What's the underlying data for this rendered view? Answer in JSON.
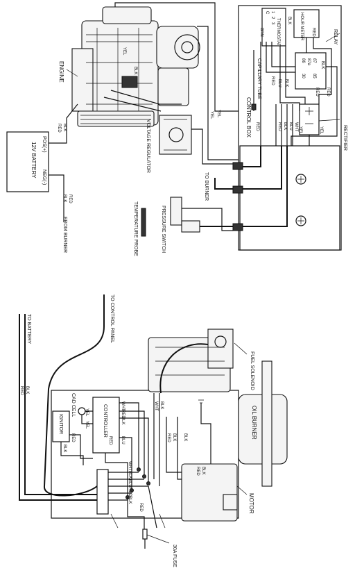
{
  "title": "",
  "upper": {
    "control_box": "CONTROL BOX",
    "relay": "RELAY",
    "hour_meter": "HOUR METER",
    "thermostat": "THERMOSTAT",
    "terminals_c123": [
      "C",
      "1",
      "2",
      "3"
    ],
    "relay_terminals": [
      "86",
      "87a",
      "87",
      "30",
      "85"
    ],
    "rectifier": "RECTIFIER",
    "capillary_tube": "CAPILLARY TUBE",
    "engine": "ENGINE",
    "voltage_regulator": "VOLTAGE REGULATOR",
    "battery": "12V BATTERY",
    "pos": "POS(+)",
    "neg": "NEG(-)",
    "from_burner": "FROM BURNER",
    "to_burner": "TO BURNER",
    "temperature_probe": "TEMPERATURE PROBE",
    "pressure_switch": "PRESSURE SWITCH",
    "wire_labels": {
      "blk": "BLK",
      "red": "RED",
      "yel": "YEL",
      "brn": "BRN",
      "blu": "BLU",
      "wht": "WHT"
    }
  },
  "lower": {
    "to_control_panel": "TO CONTROL PANEL",
    "to_battery": "TO BATTERY",
    "fuel_solenoid": "FUEL SOLENOID",
    "oil_burner": "OIL BURNER",
    "motor": "MOTOR",
    "controller": "CONTROLLER",
    "ignitor": "IGNITOR",
    "cad_cell": "CAD CELL",
    "fuse": "30A FUSE",
    "wire_labels": {
      "blk": "BLK",
      "red": "RED",
      "yel": "YEL",
      "blu": "BLU",
      "wht": "WHT"
    }
  }
}
